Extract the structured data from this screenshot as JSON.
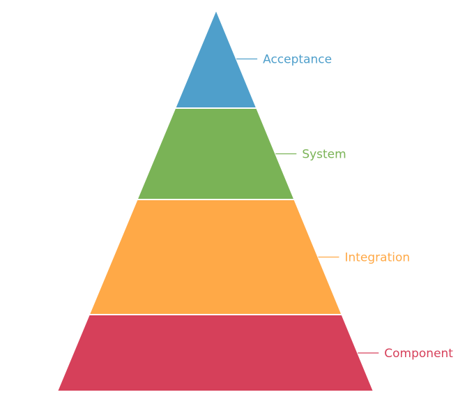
{
  "chart_data": {
    "type": "pyramid",
    "title": "",
    "categories": [
      "Acceptance",
      "System",
      "Integration",
      "Component"
    ],
    "values": [
      141,
      131,
      165,
      110
    ],
    "colors": [
      "#4f9fcb",
      "#7ab356",
      "#ffa947",
      "#d6405a"
    ],
    "legend": "none",
    "labels_placement": "right"
  }
}
